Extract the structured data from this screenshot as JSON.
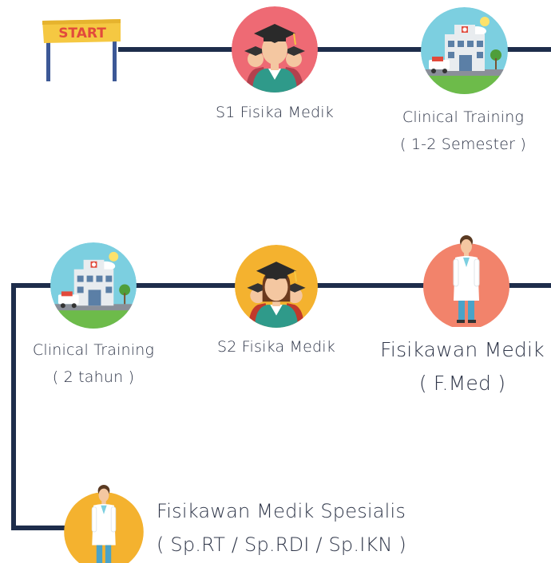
{
  "start_sign": {
    "text": "START",
    "colors": {
      "banner": "#f5c842",
      "text": "#e24a3b",
      "posts": "#3c5896"
    }
  },
  "colors": {
    "track": "#1e2d4b",
    "pink": "#ee6a74",
    "teal": "#7ccfe0",
    "orange": "#f4b22f",
    "coral": "#f2836b"
  },
  "steps": [
    {
      "title": "S1 Fisika Medik",
      "subtitle": "",
      "icon": "graduates-icon"
    },
    {
      "title": "Clinical Training",
      "subtitle": "( 1-2 Semester )",
      "icon": "hospital-icon"
    },
    {
      "title": "Clinical Training",
      "subtitle": "( 2 tahun )",
      "icon": "hospital-icon"
    },
    {
      "title": "S2 Fisika Medik",
      "subtitle": "",
      "icon": "graduates-icon"
    },
    {
      "title": "Fisikawan Medik",
      "subtitle": "( F.Med )",
      "icon": "doctor-icon"
    },
    {
      "title": "Fisikawan Medik Spesialis",
      "subtitle": "( Sp.RT / Sp.RDI / Sp.IKN )",
      "icon": "doctor-icon"
    }
  ]
}
